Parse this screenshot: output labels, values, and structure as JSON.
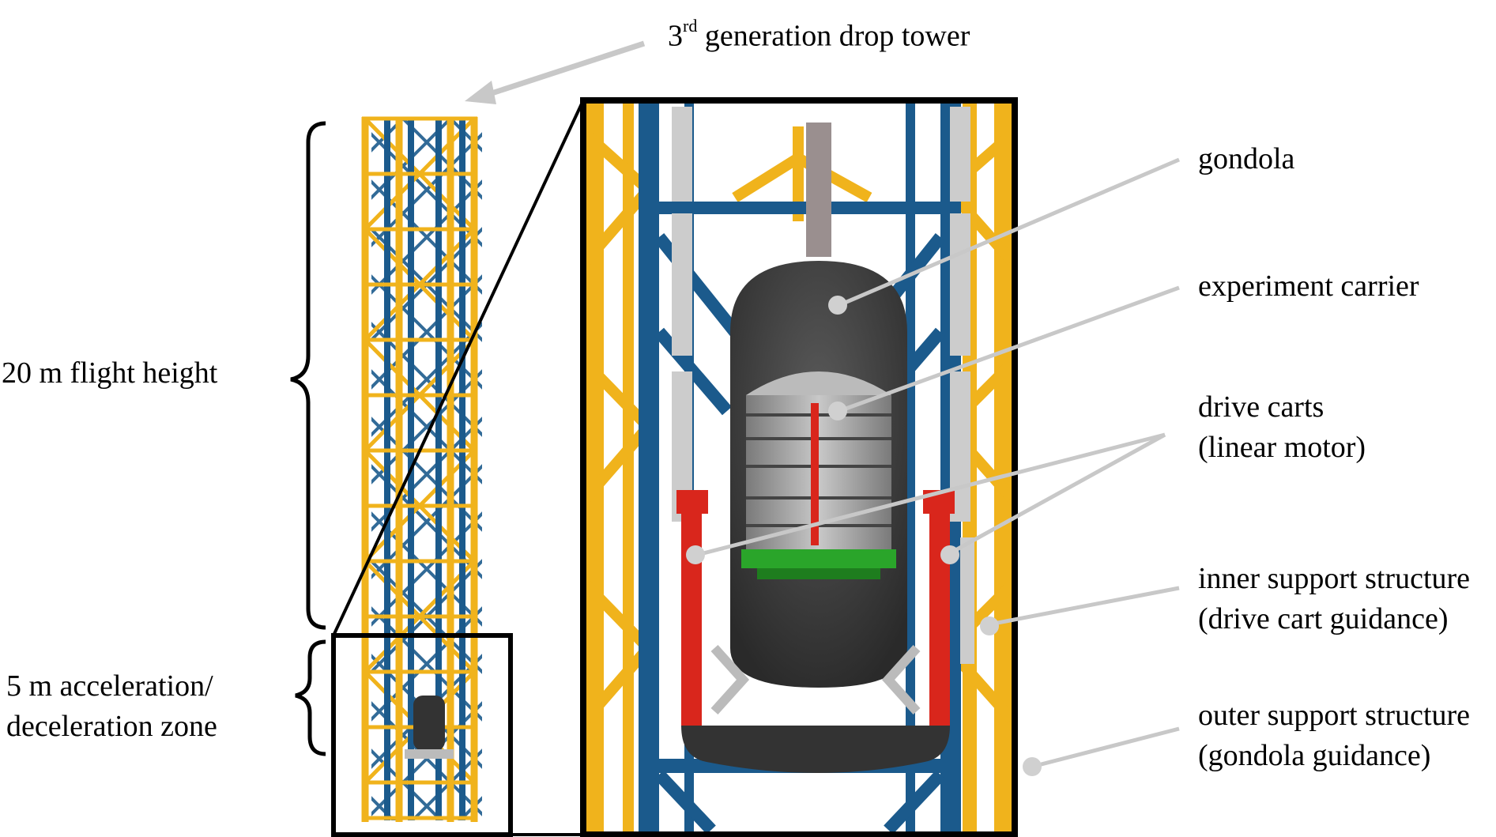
{
  "title": {
    "number": "3",
    "suffix": "rd",
    "text": "generation drop tower"
  },
  "left_labels": {
    "flight_height": "20 m flight height",
    "acceleration_line1": "5 m acceleration/",
    "acceleration_line2": "deceleration zone"
  },
  "right_labels": {
    "gondola": "gondola",
    "experiment_carrier": "experiment carrier",
    "drive_carts_line1": "drive carts",
    "drive_carts_line2": "(linear motor)",
    "inner_support_line1": "inner support structure",
    "inner_support_line2": "(drive cart guidance)",
    "outer_support_line1": "outer support structure",
    "outer_support_line2": "(gondola guidance)"
  },
  "colors": {
    "outer_frame_yellow": "#f0b31c",
    "inner_frame_blue": "#1b5a8c",
    "gondola_dark": "#3a3a3a",
    "drive_cart_red": "#d9261c",
    "carrier_green": "#2aa52a",
    "carrier_grey": "#9a9a9a",
    "callout_grey": "#c8c8c8"
  }
}
